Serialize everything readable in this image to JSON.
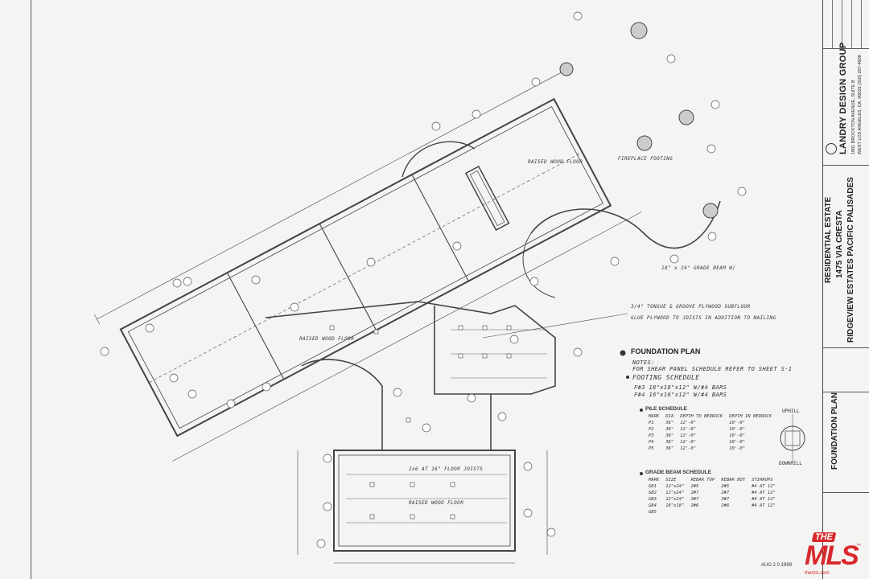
{
  "title_block": {
    "firm": "LANDRY DESIGN GROUP",
    "address_1": "1801 BROCKTON AVENUE, SUITE B",
    "address_2": "WEST LOS ANGELES, CA. 90025 (310) 207-4608",
    "project_1": "RESIDENTIAL ESTATE",
    "project_2": "1475 VIA CRESTA",
    "project_3": "RIDGEVIEW ESTATES  PACIFIC PALISADES",
    "sheet_title": "FOUNDATION PLAN"
  },
  "foundation": {
    "title": "FOUNDATION PLAN",
    "notes_label": "NOTES:",
    "note_1": "FOR SHEAR PANEL SCHEDULE REFER TO SHEET S-1",
    "footing_schedule_label": "FOOTING SCHEDULE",
    "footing_1": "F#3   18\"x18\"x12\" W/#4 BARS",
    "footing_2": "F#4   16\"x16\"x12\" W/#4 BARS"
  },
  "pile_schedule": {
    "label": "PILE SCHEDULE",
    "headers": [
      "MARK",
      "DIA",
      "DEPTH TO BEDROCK",
      "DEPTH IN BEDROCK"
    ],
    "rows": [
      [
        "P1",
        "36\"",
        "12'-0\"",
        "10'-0\""
      ],
      [
        "P2",
        "36\"",
        "12'-0\"",
        "10'-0\""
      ],
      [
        "P3",
        "36\"",
        "12'-0\"",
        "10'-0\""
      ],
      [
        "P4",
        "36\"",
        "12'-0\"",
        "10'-0\""
      ],
      [
        "P5",
        "36\"",
        "12'-0\"",
        "10'-0\""
      ]
    ]
  },
  "grade_beam_schedule": {
    "label": "GRADE BEAM SCHEDULE",
    "headers": [
      "MARK",
      "SIZE",
      "REBAR TOP",
      "REBAR BOT",
      "STIRRUPS"
    ],
    "rows": [
      [
        "GB1",
        "12\"x24\"",
        "2#5",
        "2#5",
        "#4 AT 12\""
      ],
      [
        "GB2",
        "12\"x24\"",
        "2#7",
        "2#7",
        "#4 AT 12\""
      ],
      [
        "GB3",
        "12\"x24\"",
        "3#7",
        "3#7",
        "#4 AT 12\""
      ],
      [
        "GB4",
        "18\"x18\"",
        "2#6",
        "2#6",
        "#4 AT 12\""
      ],
      [
        "GB5",
        "",
        "",
        "",
        ""
      ]
    ]
  },
  "plan_notes": {
    "note_a": "3/4\" TONGUE & GROOVE PLYWOOD SUBFLOOR",
    "note_b": "GLUE PLYWOOD TO JOISTS IN ADDITION TO NAILING",
    "note_c": "18\" x 24\" GRADE BEAM W/",
    "note_d": "RAISED WOOD FLOOR",
    "note_e": "RAISED WOOD FLOOR",
    "note_f": "RAISED WOOD FLOOR",
    "note_g": "FIREPLACE FOOTING",
    "note_h": "2x6 AT 16\" FLOOR JOISTS"
  },
  "detail": {
    "uphill": "UPHILL",
    "downhill": "DOWNHILL"
  },
  "stamp": "AUG 2 0 1999",
  "mls": {
    "the": "THE",
    "word": "MLS",
    "url": "themls.com"
  }
}
